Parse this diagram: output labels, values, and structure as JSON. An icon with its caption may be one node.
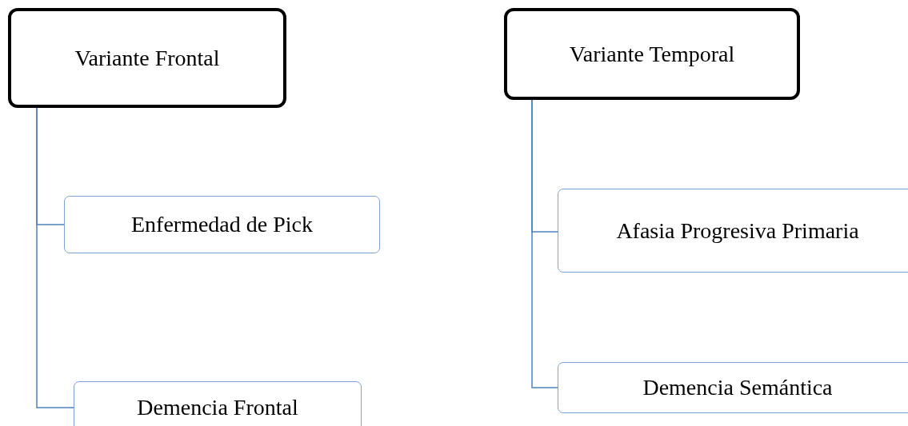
{
  "diagram": {
    "nodes": [
      {
        "text": [
          "Variante Frontal"
        ]
      },
      {
        "text": [
          "Enfermedad de Pick"
        ]
      },
      {
        "text": [
          "Demencia Frontal"
        ]
      },
      {
        "text": [
          "Variante Temporal"
        ]
      },
      {
        "text": [
          "Afasia Progresiva Primaria"
        ]
      },
      {
        "text": [
          "Demencia Semántica"
        ]
      }
    ],
    "edges": [
      {
        "from": 0,
        "to": 1,
        "arrow": "none"
      },
      {
        "from": 0,
        "to": 2,
        "arrow": "none"
      },
      {
        "from": 3,
        "to": 4,
        "arrow": "none"
      },
      {
        "from": 3,
        "to": 5,
        "arrow": "none"
      }
    ]
  }
}
